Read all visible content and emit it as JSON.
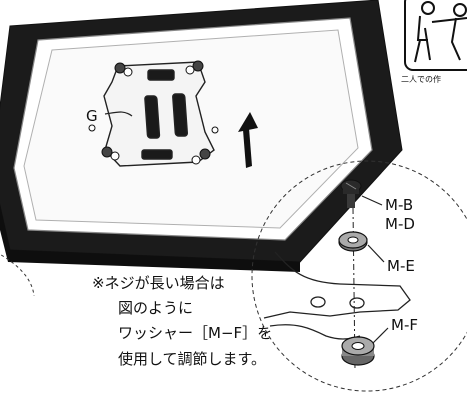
{
  "labels": {
    "g": "G",
    "mb": "M-B",
    "md": "M-D",
    "me": "M-E",
    "mf": "M-F"
  },
  "note": {
    "lines": [
      "※ネジが長い場合は",
      "図のように",
      "ワッシャー［M−F］を",
      "使用して調節します。"
    ]
  },
  "badge": {
    "caption": "二人での作",
    "icon": "two-person-work-icon"
  },
  "colors": {
    "frame_outer": "#1a1a1a",
    "frame_inner": "#9a9a9a",
    "bracket": "#2a2a2a",
    "line": "#222222"
  }
}
